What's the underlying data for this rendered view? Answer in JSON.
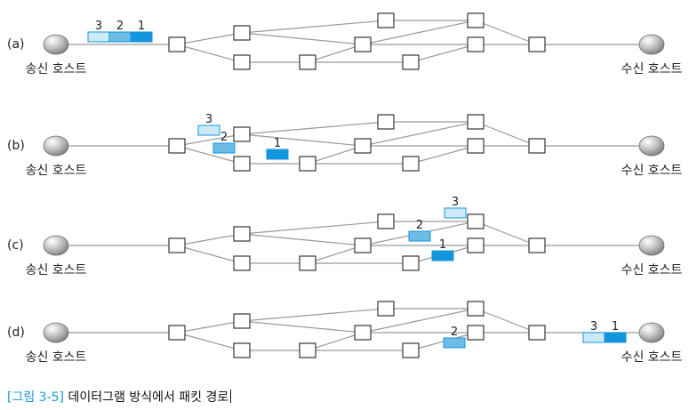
{
  "colors": {
    "line": "#9a9a9a",
    "node_stroke": "#222222",
    "packet_dark": "#1496dc",
    "packet_mid": "#6cbce6",
    "packet_light": "#cdeaf8",
    "packet_border": "#1496dc",
    "caption_ref": "#1a9ad6"
  },
  "sender_label": "송신 호스트",
  "receiver_label": "수신 호스트",
  "host_icon": "gray-sphere",
  "router_icon": "white-square",
  "panels": [
    {
      "label": "(a)",
      "packets": [
        {
          "text": "3",
          "shade": "light",
          "segment": "sender-link"
        },
        {
          "text": "2",
          "shade": "mid",
          "segment": "sender-link"
        },
        {
          "text": "1",
          "shade": "dark",
          "segment": "sender-link"
        }
      ]
    },
    {
      "label": "(b)",
      "packets": [
        {
          "text": "3",
          "shade": "light",
          "segment": "r1-to-upper"
        },
        {
          "text": "2",
          "shade": "mid",
          "segment": "r1-to-lower"
        },
        {
          "text": "1",
          "shade": "dark",
          "segment": "lower-path"
        }
      ]
    },
    {
      "label": "(c)",
      "packets": [
        {
          "text": "3",
          "shade": "light",
          "segment": "near-top-right"
        },
        {
          "text": "2",
          "shade": "mid",
          "segment": "middle-right"
        },
        {
          "text": "1",
          "shade": "dark",
          "segment": "near-lower-right"
        }
      ]
    },
    {
      "label": "(d)",
      "packets": [
        {
          "text": "2",
          "shade": "mid",
          "segment": "middle-right"
        },
        {
          "text": "3",
          "shade": "light",
          "segment": "at-receiver"
        },
        {
          "text": "1",
          "shade": "dark",
          "segment": "at-receiver"
        }
      ]
    }
  ],
  "caption": {
    "ref": "[그림 3-5]",
    "text": "데이터그램 방식에서 패킷 경로"
  }
}
